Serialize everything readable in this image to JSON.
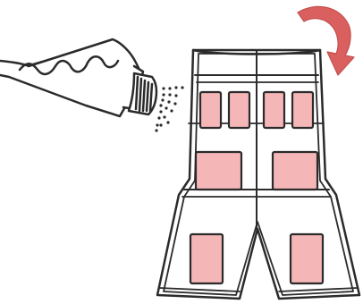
{
  "illustration": {
    "subject": "spray-tube-applying-to-garment",
    "items": [
      {
        "name": "spray-tube",
        "icon": "tube-icon"
      },
      {
        "name": "spray-mist",
        "icon": "spray-dots-icon"
      },
      {
        "name": "shorts-garment",
        "icon": "shorts-icon"
      },
      {
        "name": "rotate-arrow",
        "icon": "curved-arrow-icon"
      }
    ],
    "colors": {
      "outline": "#2b2b2b",
      "patch_fill": "#f5b6b8",
      "patch_stroke": "#e89a9d",
      "arrow": "#d9605e",
      "background": "#ffffff"
    }
  }
}
